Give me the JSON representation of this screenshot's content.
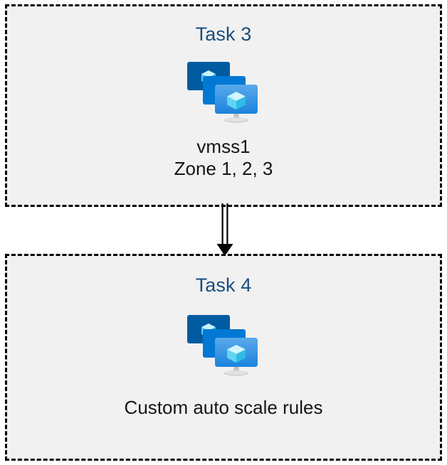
{
  "diagram": {
    "background_color": "#ffffff",
    "box_fill_color": "#f1f1f1",
    "box_border_color": "#000000",
    "title_color": "#1a4e7e",
    "caption_color": "#161616",
    "connector": {
      "name": "double-line-arrow",
      "direction": "down",
      "color": "#000000",
      "from": "Task 3",
      "to": "Task 4"
    },
    "icon_colors": {
      "monitor_back": "#005ba1",
      "monitor_middle": "#0078d4",
      "monitor_front_top": "#50a5e8",
      "monitor_front_bottom": "#1b84dd",
      "cube_light": "#c3f1fb",
      "cube_mid": "#7fdcf5",
      "cube_dark": "#32bfe8",
      "stand": "#a8a8a8"
    },
    "boxes": [
      {
        "id": "task-3",
        "title": "Task 3",
        "icon": "vmss-icon",
        "caption_lines": [
          "vmss1",
          "Zone 1, 2, 3"
        ]
      },
      {
        "id": "task-4",
        "title": "Task 4",
        "icon": "vmss-icon",
        "caption_lines": [
          "Custom auto scale rules"
        ]
      }
    ]
  }
}
